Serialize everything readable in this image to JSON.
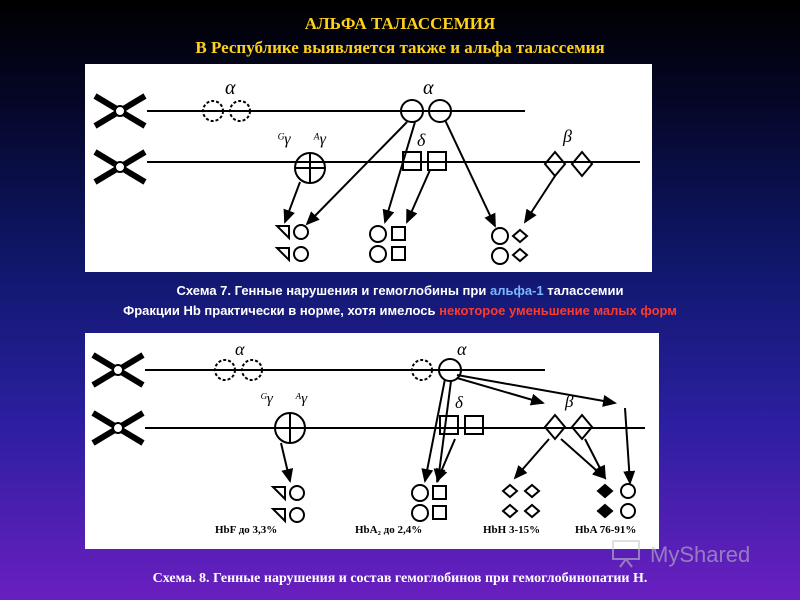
{
  "title": "АЛЬФА ТАЛАССЕМИЯ",
  "subtitle": "В Республике выявляется также и альфа талассемия",
  "scheme7": {
    "caption": "Схема 7. Генные нарушения и гемоглобины при",
    "caption_highlight": "альфа-1",
    "caption_tail": "талассемии",
    "note": "Фракции Hb практически в норме, хотя имелось",
    "note_highlight": "некоторое уменьшение малых форм"
  },
  "scheme8": {
    "labels": {
      "hbf": "HbF до 3,3%",
      "hba2": "HbA₂ до 2,4%",
      "hbh": "HbH 3-15%",
      "hba": "HbA 76-91%"
    },
    "caption": "Схема. 8. Генные нарушения и состав гемоглобинов при гемоглобинопатии Н."
  },
  "gene_labels": {
    "alpha": "α",
    "gamma_g": "ᴳγ",
    "gamma_a": "ᴬγ",
    "delta": "δ",
    "beta": "β"
  },
  "watermark": "MyShared"
}
